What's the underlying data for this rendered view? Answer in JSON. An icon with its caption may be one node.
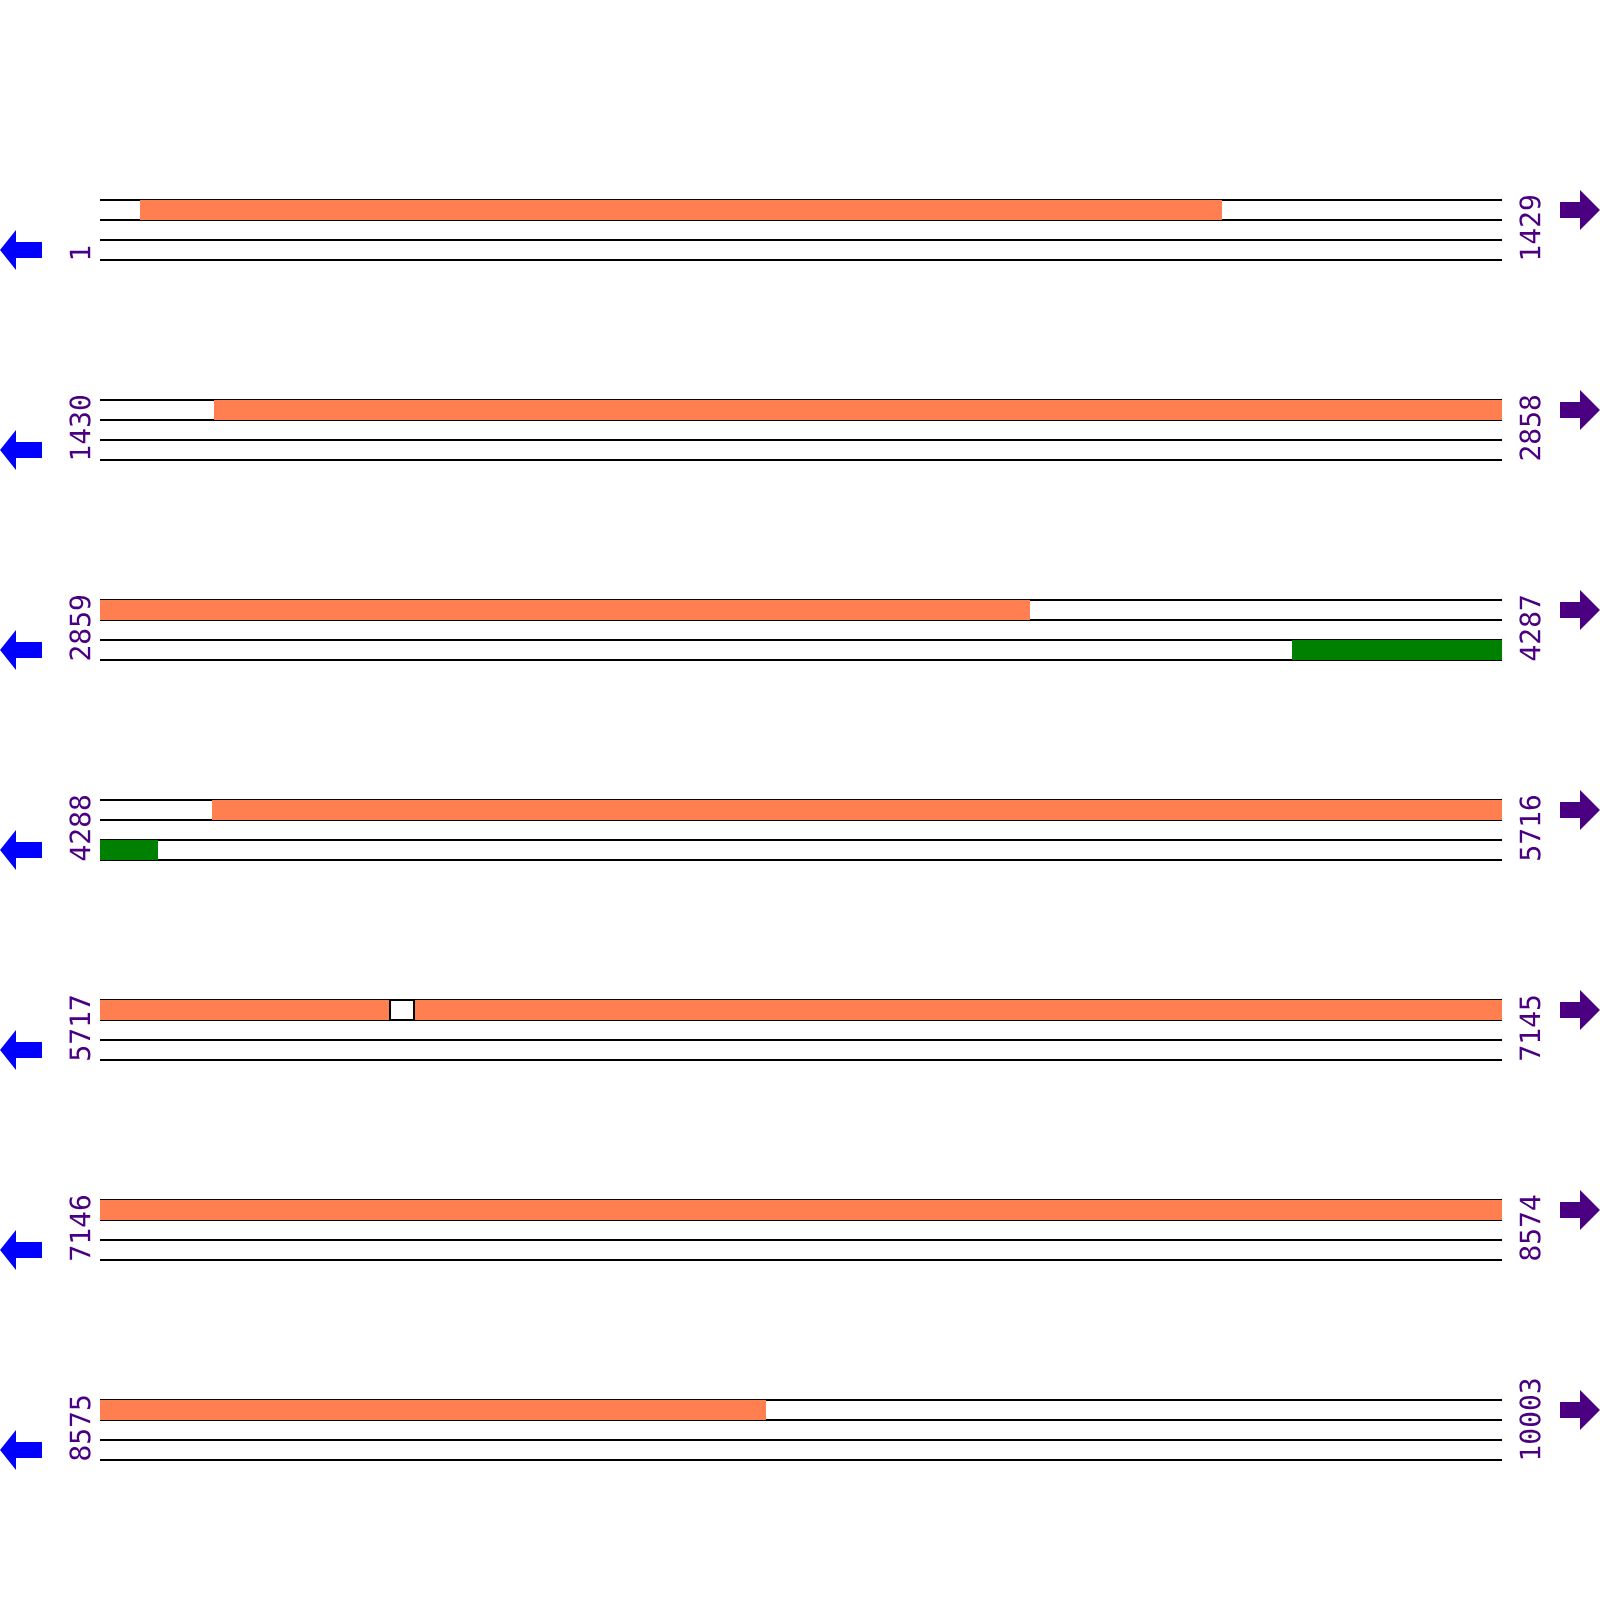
{
  "diagram": {
    "labels": [
      "1",
      "1429",
      "1430",
      "2858",
      "2859",
      "4287",
      "4288",
      "5716",
      "5717",
      "7145",
      "7146",
      "8574",
      "8575",
      "10003"
    ]
  }
}
